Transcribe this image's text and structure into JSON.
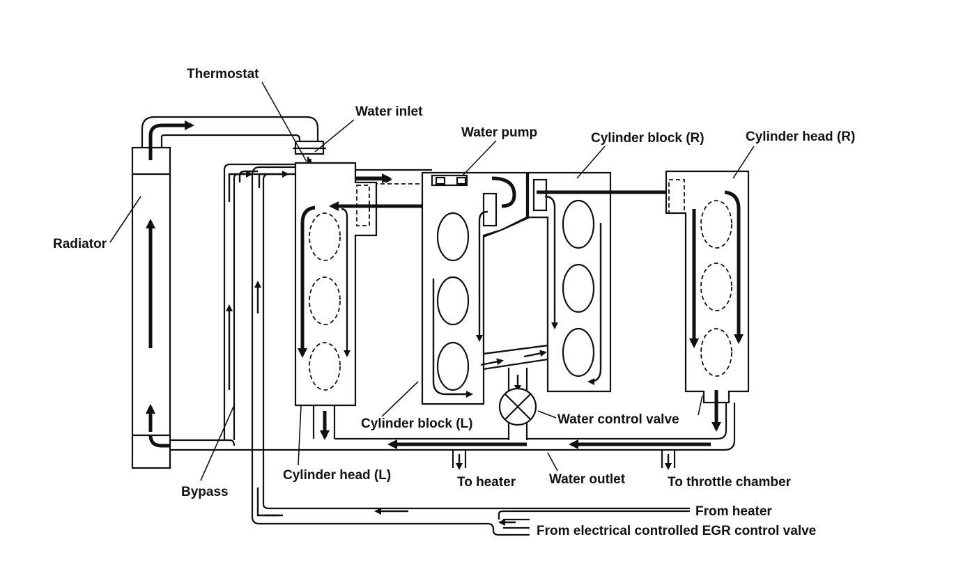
{
  "labels": {
    "thermostat": "Thermostat",
    "water_inlet": "Water inlet",
    "water_pump": "Water pump",
    "cylinder_block_r": "Cylinder block (R)",
    "cylinder_head_r": "Cylinder head (R)",
    "radiator": "Radiator",
    "cylinder_block_l": "Cylinder block (L)",
    "water_control_valve": "Water control valve",
    "bypass": "Bypass",
    "cylinder_head_l": "Cylinder head (L)",
    "to_heater": "To heater",
    "water_outlet": "Water outlet",
    "to_throttle_chamber": "To throttle chamber",
    "from_heater": "From heater",
    "from_egr": "From electrical controlled EGR control valve"
  },
  "colors": {
    "ink": "#111111",
    "background": "#ffffff"
  }
}
